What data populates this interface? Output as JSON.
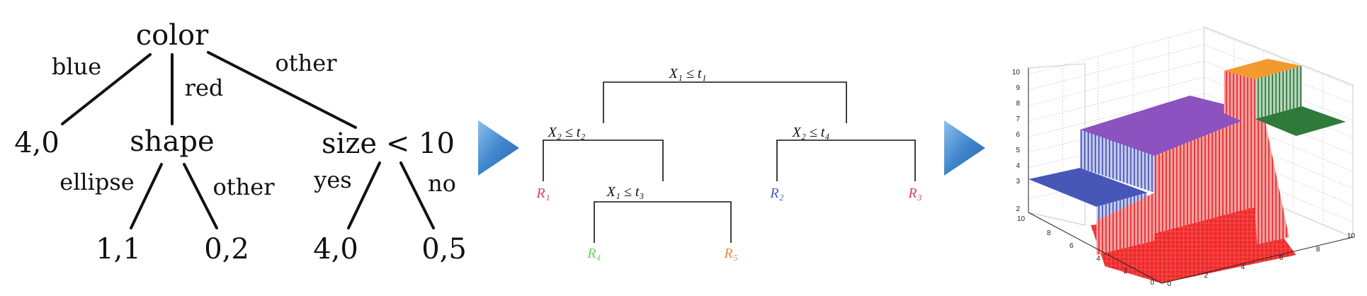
{
  "tree1": {
    "root": "color",
    "edges": {
      "blue": "blue",
      "red": "red",
      "other": "other",
      "ellipse": "ellipse",
      "other2": "other",
      "yes": "yes",
      "no": "no"
    },
    "nodes": {
      "shape": "shape",
      "size": "size < 10"
    },
    "leaves": {
      "blue": "4,0",
      "ellipse": "1,1",
      "shape_other": "0,2",
      "yes": "4,0",
      "no": "0,5"
    }
  },
  "tree2": {
    "splits": {
      "root": "X₁ ≤ t₁",
      "left": "X₂ ≤ t₂",
      "right": "X₂ ≤ t₄",
      "inner": "X₁ ≤ t₃"
    },
    "regions": {
      "r1": "R₁",
      "r2": "R₂",
      "r3": "R₃",
      "r4": "R₄",
      "r5": "R₅"
    }
  },
  "colors": {
    "r1": "#e0405a",
    "r2": "#4a5ab8",
    "r3": "#e0405a",
    "r4": "#6fcf5a",
    "r5": "#f08a3c",
    "arrow": "#3f86cc",
    "surface_red": "#ee2a2a",
    "surface_blue": "#4757b8",
    "surface_purple": "#8c52c0",
    "surface_orange": "#f39a2e",
    "surface_green": "#2f7a3a"
  },
  "icons": {
    "arrow1": "play-arrow-icon",
    "arrow2": "play-arrow-icon"
  },
  "plot3d": {
    "z_ticks": [
      "2",
      "3",
      "4",
      "5",
      "6",
      "7",
      "8",
      "9",
      "10"
    ],
    "y_ticks": [
      "10",
      "8",
      "6",
      "4",
      "2",
      "0"
    ],
    "x_ticks": [
      "0",
      "2",
      "4",
      "6",
      "8",
      "10"
    ]
  }
}
